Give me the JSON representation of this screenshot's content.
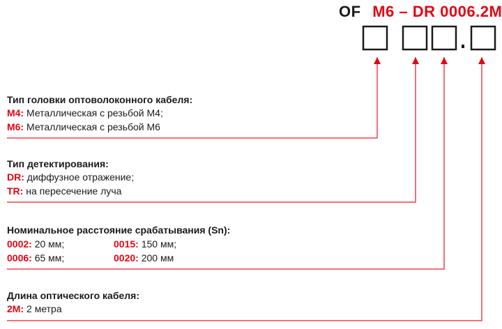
{
  "code": {
    "prefix": "OF",
    "head": "M6",
    "dash": "–",
    "detect": "DR",
    "distance": "0006",
    "sep": ".",
    "cable": "2M"
  },
  "accent_color": "#e30613",
  "sections": [
    {
      "title": "Тип головки оптоволоконного кабеля:",
      "items": [
        {
          "code": "M4:",
          "text": " Металлическая с резьбой М4;"
        },
        {
          "code": "M6:",
          "text": " Металлическая с резьбой М6"
        }
      ]
    },
    {
      "title": "Тип детектирования:",
      "items": [
        {
          "code": "DR:",
          "text": " диффузное отражение;"
        },
        {
          "code": "TR:",
          "text": " на пересечение луча"
        }
      ]
    },
    {
      "title": "Номинальное расстояние срабатывания  (Sn):",
      "items": [
        {
          "code": "0002:",
          "text": " 20 мм;"
        },
        {
          "code": "0015:",
          "text": " 150 мм;"
        },
        {
          "code": "0006:",
          "text": " 65 мм;"
        },
        {
          "code": "0020:",
          "text": " 200 мм"
        }
      ]
    },
    {
      "title": "Длина оптического кабеля:",
      "items": [
        {
          "code": "2M:",
          "text": " 2 метра"
        }
      ]
    }
  ]
}
